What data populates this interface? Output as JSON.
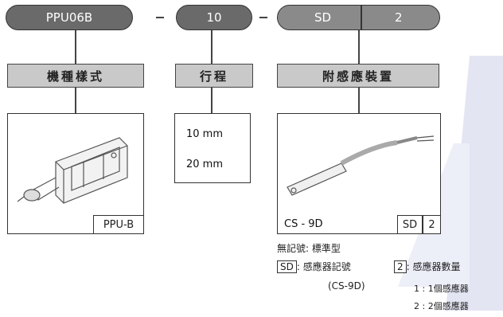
{
  "model_code": {
    "series": "PPU06B",
    "stroke_code": "10",
    "sensor_code": "SD",
    "sensor_qty": "2"
  },
  "headers": {
    "model": "機種樣式",
    "stroke": "行程",
    "sensor": "附感應裝置"
  },
  "panels": {
    "model_label": "PPU-B",
    "strokes": [
      "10 mm",
      "20 mm"
    ],
    "sensor_label": "CS - 9D",
    "sensor_tag_code": "SD",
    "sensor_tag_qty": "2"
  },
  "notes": {
    "no_mark": "無記號: 標準型",
    "sd_key": "SD",
    "sd_text": ": 感應器記號",
    "sd_model": "(CS-9D)",
    "qty_key": "2",
    "qty_text": ": 感應器數量",
    "qty_options": [
      "1 : 1個感應器",
      "2 : 2個感應器"
    ]
  },
  "colors": {
    "pill_dark": "#6a6a6a",
    "pill_mid": "#8a8a8a",
    "header_bg": "#c9c9c9",
    "watermark": "#e3e5f3"
  }
}
